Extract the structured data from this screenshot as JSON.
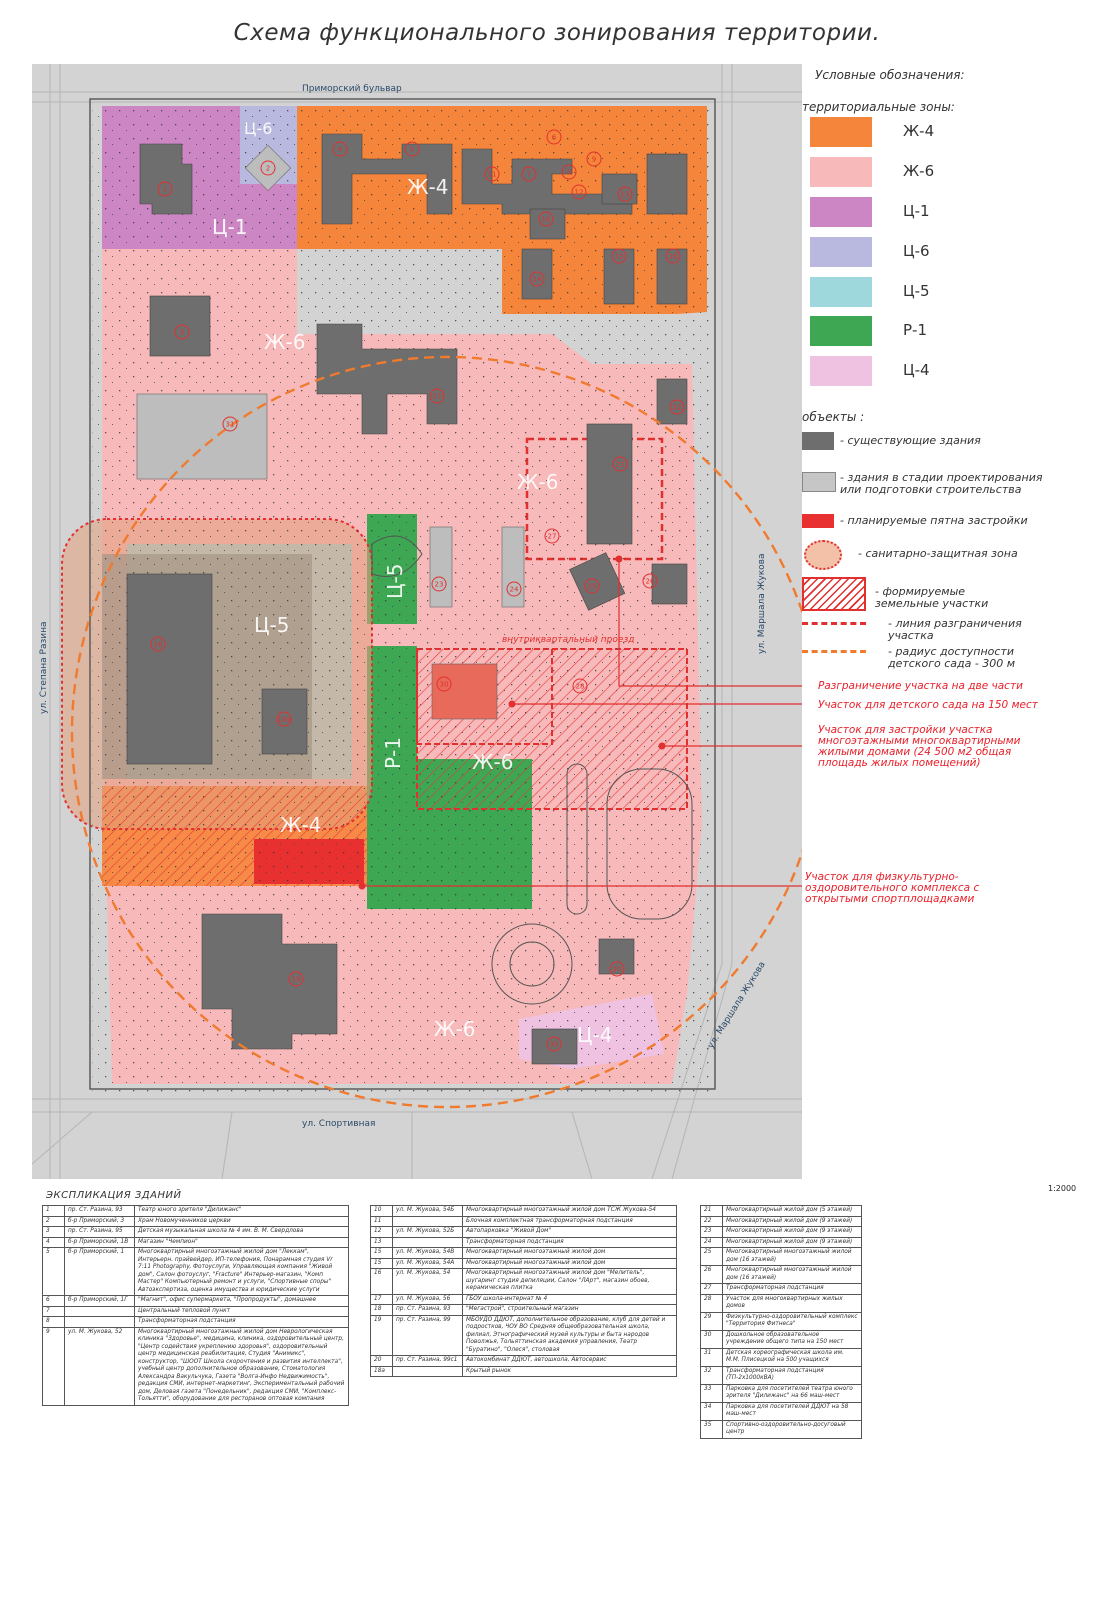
{
  "title": "Схема функционального зонирования территории.",
  "legend": {
    "heading": "Условные обозначения:",
    "zones_heading": "территориальные зоны:",
    "zones": [
      {
        "code": "Ж-4",
        "color": "#f5853a"
      },
      {
        "code": "Ж-6",
        "color": "#f7b9b9"
      },
      {
        "code": "Ц-1",
        "color": "#cb86c3"
      },
      {
        "code": "Ц-6",
        "color": "#b9b8de"
      },
      {
        "code": "Ц-5",
        "color": "#9fd8dc"
      },
      {
        "code": "Р-1",
        "color": "#3da753"
      },
      {
        "code": "Ц-4",
        "color": "#eec2e0"
      }
    ],
    "objects_heading": "объекты :",
    "objects": [
      {
        "label": "- существующие здания"
      },
      {
        "label": "- здания в стадии проектирования или подготовки строительства"
      },
      {
        "label": "- планируемые пятна застройки"
      },
      {
        "label": "- санитарно-защитная зона"
      },
      {
        "label": "- формируемые земельные участки"
      },
      {
        "label": "- линия разграничения участка"
      },
      {
        "label": "- радиус доступности детского сада - 300 м"
      }
    ]
  },
  "annotations": [
    "Разграничение участка на две части",
    "Участок для детского сада на 150 мест",
    "Участок для застройки участка многоэтажными многоквартирными жилыми домами (24 500 м2 общая площадь жилых помещений)",
    "Участок для физкультурно-оздоровительного комплекса с открытыми спортплощадками"
  ],
  "map": {
    "streets": {
      "north": "Приморский бульвар",
      "west": "ул. Степана Разина",
      "east": "ул. Маршала Жукова",
      "east2": "ул. Маршала Жукова",
      "south": "ул. Спортивная",
      "inner": "внутриквартальный проезд"
    },
    "zone_labels": {
      "zh4_top": "Ж-4",
      "c6": "Ц-6",
      "c1": "Ц-1",
      "zh6_nw": "Ж-6",
      "zh6_ne": "Ж-6",
      "c5_left": "Ц-5",
      "c5_mid": "Ц-5",
      "r1": "Р-1",
      "zh6_mid": "Ж-6",
      "zh4_bottom": "Ж-4",
      "zh6_s": "Ж-6",
      "c4": "Ц-4"
    },
    "building_numbers": [
      "1",
      "2",
      "3",
      "4",
      "5",
      "6",
      "7",
      "8",
      "9",
      "10",
      "11",
      "12",
      "13",
      "14",
      "15",
      "16",
      "17",
      "18",
      "18а",
      "19",
      "20",
      "21",
      "22",
      "23",
      "24",
      "25",
      "26",
      "27",
      "28",
      "29",
      "30",
      "31",
      "35"
    ]
  },
  "scale": "1:2000",
  "explication": {
    "heading": "ЭКСПЛИКАЦИЯ ЗДАНИЙ",
    "col1": [
      [
        "1",
        "пр. Ст. Разина, 93",
        "Театр юного зрителя \"Дилижанс\""
      ],
      [
        "2",
        "б-р Приморский, 3",
        "Храм Новомученников церкви"
      ],
      [
        "3",
        "пр. Ст. Разина, 95",
        "Детская музыкальная школа № 4 им. В. М. Свердлова"
      ],
      [
        "4",
        "б-р Приморский, 1В",
        "Магазин \"Чемпион\""
      ],
      [
        "5",
        "б-р Приморский, 1",
        "Многоквартирный многоэтажный жилой дом \"Леккам\", Интерьерн. прайвейдер, ИП-телефония, Понарамная студия Vr 7:11 Photography, Фотоуслуги, Управляющая компания \"Живой дом\", Салон фотоуслуг, \"Fracture\" Интерьер-магазин, \"Комп Мастер\" Компьютерный ремонт и услуги, \"Спортивные споры\" Автоэкспертиза, оценка имущества и юридические услуги"
      ],
      [
        "6",
        "б-р Приморский, 1Г",
        "\"Магнит\", офис супермаркета, \"Пропродукты\", домашнее"
      ],
      [
        "7",
        "",
        "Центральный тепловой пункт"
      ],
      [
        "8",
        "",
        "Трансформаторная подстанция"
      ],
      [
        "9",
        "ул. М. Жукова, 52",
        "Многоквартирный многоэтажный жилой дом Неврологическая клиника \"Здоровье\", медицина, клиника, оздоровительный центр, \"Центр содействия укреплению здоровья\", оздоровительный центр медицинская реабилитация, Студия \"Анимикс\", конструктор, \"ШООТ Школа скорочтения и развития интеллекта\", учебный центр дополнительное образование, Стоматология Александра Вакульчука, Газета \"Волга-Инфо Недвижимость\", редакция СМИ, интернет-маркетинг, Экспериментальный рабочий дом, Деловая газета \"Понедельник\", редакция СМИ, \"Комплекс-Тольятти\", оборудование для ресторанов оптовая компания"
      ]
    ],
    "col2": [
      [
        "10",
        "ул. М. Жукова, 54Б",
        "Многоквартирный многоэтажный жилой дом ТСЖ Жукова-54"
      ],
      [
        "11",
        "",
        "Блочная комплектная трансформаторная подстанция"
      ],
      [
        "12",
        "ул. М. Жукова, 52Б",
        "Автопарковка \"Живой Дом\""
      ],
      [
        "13",
        "",
        "Трансформаторная подстанция"
      ],
      [
        "15",
        "ул. М. Жукова, 54В",
        "Многоквартирный многоэтажный жилой дом"
      ],
      [
        "15",
        "ул. М. Жукова, 54А",
        "Многоквартирный многоэтажный жилой дом"
      ],
      [
        "16",
        "ул. М. Жукова, 54",
        "Многоквартирный многоэтажный жилой дом \"Мелитель\", шугаринг студия депиляции, Салон \"ЛАрт\", магазин обоев, керамическая плитка"
      ],
      [
        "17",
        "ул. М. Жукова, 56",
        "ГБОУ школа-интернат № 4"
      ],
      [
        "18",
        "пр. Ст. Разина, 93",
        "\"Мегастрой\", строительный магазин"
      ],
      [
        "19",
        "пр. Ст. Разина, 99",
        "МБОУДО ДДЮТ, дополнительное образование, клуб для детей и подростков, ЧОУ ВО Средняя общеобразовательная школа, филиал, Этнографический музей культуры и быта народов Поволжья, Тольяттинская академия управления, Театр \"Буратино\", \"Олеся\", столовая"
      ],
      [
        "20",
        "пр. Ст. Разина, 99с1",
        "Автокомбинат ДДЮТ, автошкола, Автосервис"
      ],
      [
        "18а",
        "",
        "Крытый рынок"
      ]
    ],
    "col3": [
      [
        "21",
        "",
        "Многоквартирный жилой дом (5 этажей)"
      ],
      [
        "22",
        "",
        "Многоквартирный жилой дом (9 этажей)"
      ],
      [
        "23",
        "",
        "Многоквартирный жилой дом (9 этажей)"
      ],
      [
        "24",
        "",
        "Многоквартирный жилой дом (9 этажей)"
      ],
      [
        "25",
        "",
        "Многоквартирный многоэтажный жилой дом (16 этажей)"
      ],
      [
        "26",
        "",
        "Многоквартирный многоэтажный жилой дом (16 этажей)"
      ],
      [
        "27",
        "",
        "Трансформаторная подстанция"
      ],
      [
        "28",
        "",
        "Участок для многоквартирных жилых домов"
      ],
      [
        "29",
        "",
        "Физкультурно-оздоровительный комплекс \"Территория Фитнеса\""
      ],
      [
        "30",
        "",
        "Дошкольное образовательное учреждение общего типа на 150 мест"
      ],
      [
        "31",
        "",
        "Детская хореографическая школа им. М.М. Плисецкой на 500 учащихся"
      ],
      [
        "32",
        "",
        "Трансформаторная подстанция (ТП-2х1000кВА)"
      ],
      [
        "33",
        "",
        "Парковка для посетителей театра юного зрителя \"Дилижанс\" на 66 маш-мест"
      ],
      [
        "34",
        "",
        "Парковка для посетителей ДДЮТ на 58 маш-мест"
      ],
      [
        "35",
        "",
        "Спортивно-оздоровительно-досуговый центр"
      ]
    ]
  }
}
